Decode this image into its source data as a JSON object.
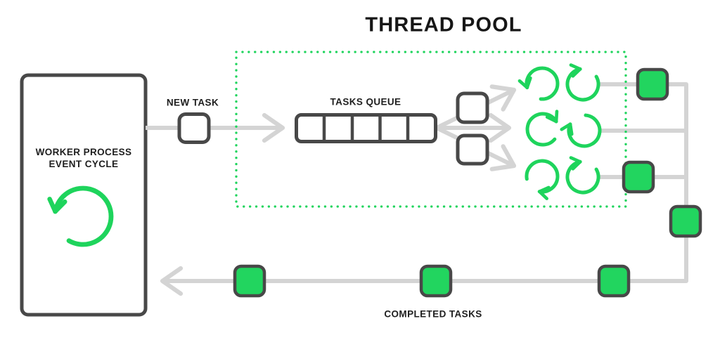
{
  "title": "THREAD POOL",
  "worker": {
    "line1": "WORKER PROCESS",
    "line2": "EVENT CYCLE"
  },
  "labels": {
    "new_task": "NEW TASK",
    "tasks_queue": "TASKS QUEUE",
    "completed_tasks": "COMPLETED TASKS"
  },
  "thread_pool": {
    "thread_count": 6,
    "queue_slot_count": 5,
    "pending_task_count": 2,
    "completed_task_count": 6
  },
  "icons": {
    "worker_icon": "cycle-refresh-icon",
    "thread_icon": "spinner-refresh-icon"
  },
  "colors": {
    "green": "#1ed45c",
    "green_fill": "#22d55f",
    "outline_dark": "#484848",
    "connector_gray": "#d4d4d4",
    "text": "#1f1f1f",
    "background": "#ffffff"
  }
}
